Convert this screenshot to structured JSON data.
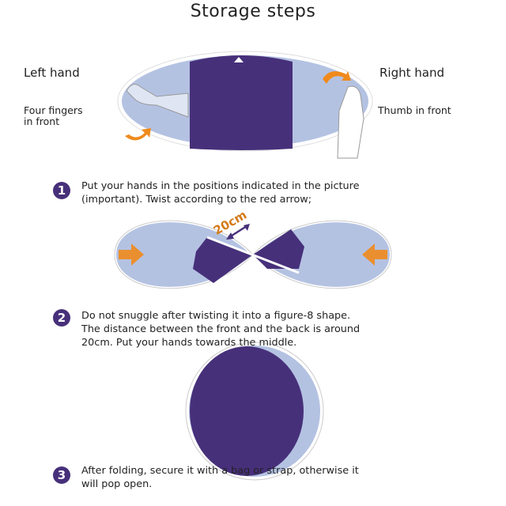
{
  "title": "Storage steps",
  "labels": {
    "left_hand": "Left hand",
    "left_hint": [
      "Four fingers",
      "in front"
    ],
    "right_hand": "Right hand",
    "right_hint": "Thumb in front",
    "distance": "20cm"
  },
  "steps": [
    {
      "number": "1",
      "lines": [
        "Put your hands in the positions indicated in the picture",
        "(important). Twist according to the red arrow;"
      ]
    },
    {
      "number": "2",
      "lines": [
        "Do not snuggle after twisting it into a figure-8 shape.",
        "The distance between the front and the back is around",
        "20cm. Put your hands towards the middle."
      ]
    },
    {
      "number": "3",
      "lines": [
        "After folding, secure it with a bag or strap, otherwise it",
        "will pop open."
      ]
    }
  ],
  "colors": {
    "purple": "#47307a",
    "light": "#b4c2e2",
    "orange": "#f08a1c"
  }
}
